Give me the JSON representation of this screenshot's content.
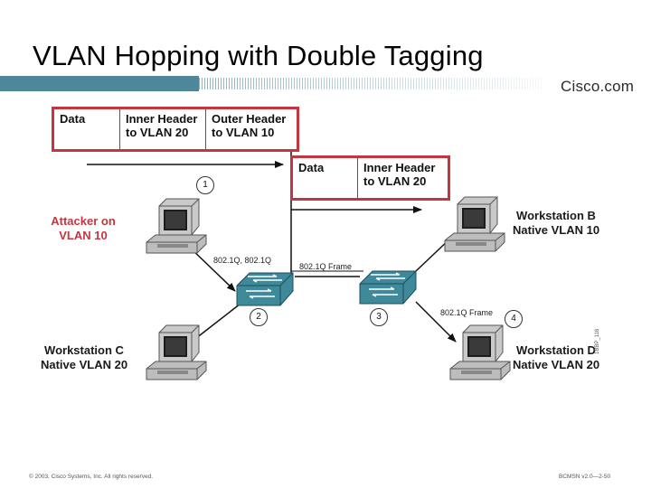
{
  "title": "VLAN Hopping with Double Tagging",
  "logo_text": "Cisco.com",
  "frame_original": [
    "Data",
    "Inner Header\nto VLAN 20",
    "Outer Header\nto VLAN 10"
  ],
  "frame_forwarded": [
    "Data",
    "Inner Header\nto VLAN 20"
  ],
  "attacker_label": "Attacker on\nVLAN 10",
  "workstation_b_label": "Workstation B\nNative VLAN 10",
  "workstation_c_label": "Workstation C\nNative VLAN 20",
  "workstation_d_label": "Workstation D\nNative VLAN 20",
  "link_label_1": "802.1Q, 802.1Q",
  "link_label_2": "802.1Q Frame",
  "link_label_3": "802.1Q Frame",
  "step_numbers": [
    "1",
    "2",
    "3",
    "4"
  ],
  "figure_id": "1BBP_116",
  "footer_left": "© 2003, Cisco Systems, Inc. All rights reserved.",
  "footer_right": "BCMSN v2.0—2-50",
  "colors": {
    "accent_red": "#c4363f",
    "band_teal": "#4d8799",
    "switch_teal": "#3f8a9a"
  },
  "icons": [
    "workstation-icon",
    "switch-icon"
  ]
}
